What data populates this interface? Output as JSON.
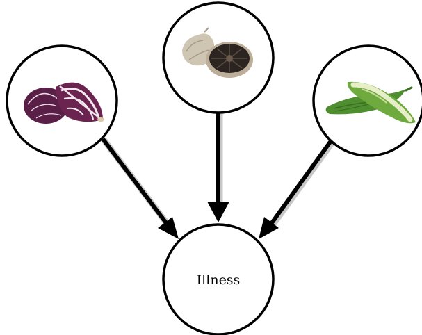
{
  "diagram": {
    "type": "causal-graph",
    "nodes": [
      {
        "id": "radicchio",
        "label": "",
        "image": "radicchio-photo"
      },
      {
        "id": "black-garlic",
        "label": "",
        "image": "black-garlic-photo"
      },
      {
        "id": "bitter-melon",
        "label": "",
        "image": "bitter-melon-photo"
      },
      {
        "id": "illness",
        "label": "Illness"
      }
    ],
    "edges": [
      {
        "from": "radicchio",
        "to": "illness"
      },
      {
        "from": "black-garlic",
        "to": "illness"
      },
      {
        "from": "bitter-melon",
        "to": "illness"
      }
    ],
    "colors": {
      "node_stroke": "#000000",
      "arrow": "#000000",
      "arrow_shadow": "#c8c8c8",
      "radicchio": "#5a1f46",
      "black_garlic": "#2b2420",
      "bitter_melon": "#4f8f2f"
    }
  }
}
